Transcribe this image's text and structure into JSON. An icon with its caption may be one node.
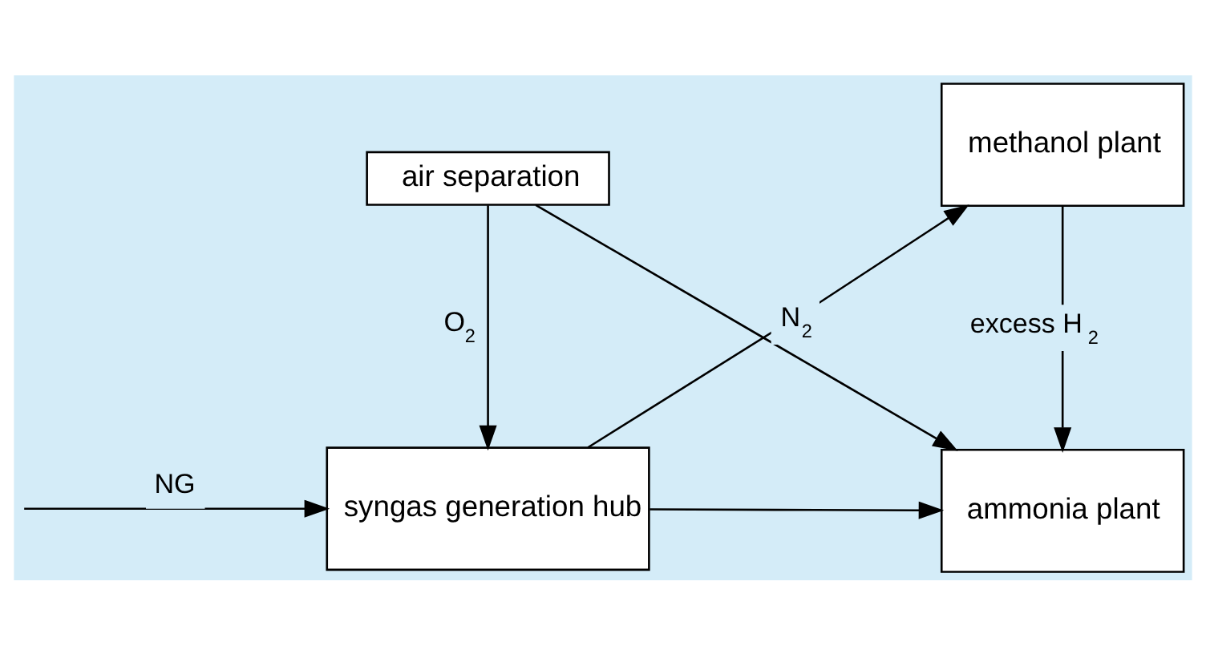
{
  "diagram": {
    "nodes": [
      {
        "text": [
          "syngas generation hub"
        ]
      },
      {
        "text": [
          "methanol plant"
        ]
      },
      {
        "text": [
          "air separation"
        ]
      },
      {
        "text": [
          "ammonia plant"
        ]
      }
    ],
    "edges": [
      {
        "from": null,
        "to": 0,
        "arrow": "to",
        "label": "NG"
      },
      {
        "from": 2,
        "to": 0,
        "arrow": "to",
        "label": "O$_{2}$"
      },
      {
        "from": 0,
        "to": 1,
        "arrow": "to"
      },
      {
        "from": 0,
        "to": 3,
        "arrow": "to"
      },
      {
        "from": 1,
        "to": 3,
        "arrow": "to",
        "label": "excess H$_{2}$"
      },
      {
        "from": 2,
        "to": 3,
        "arrow": "to",
        "label": "N$_{2}$"
      }
    ]
  }
}
